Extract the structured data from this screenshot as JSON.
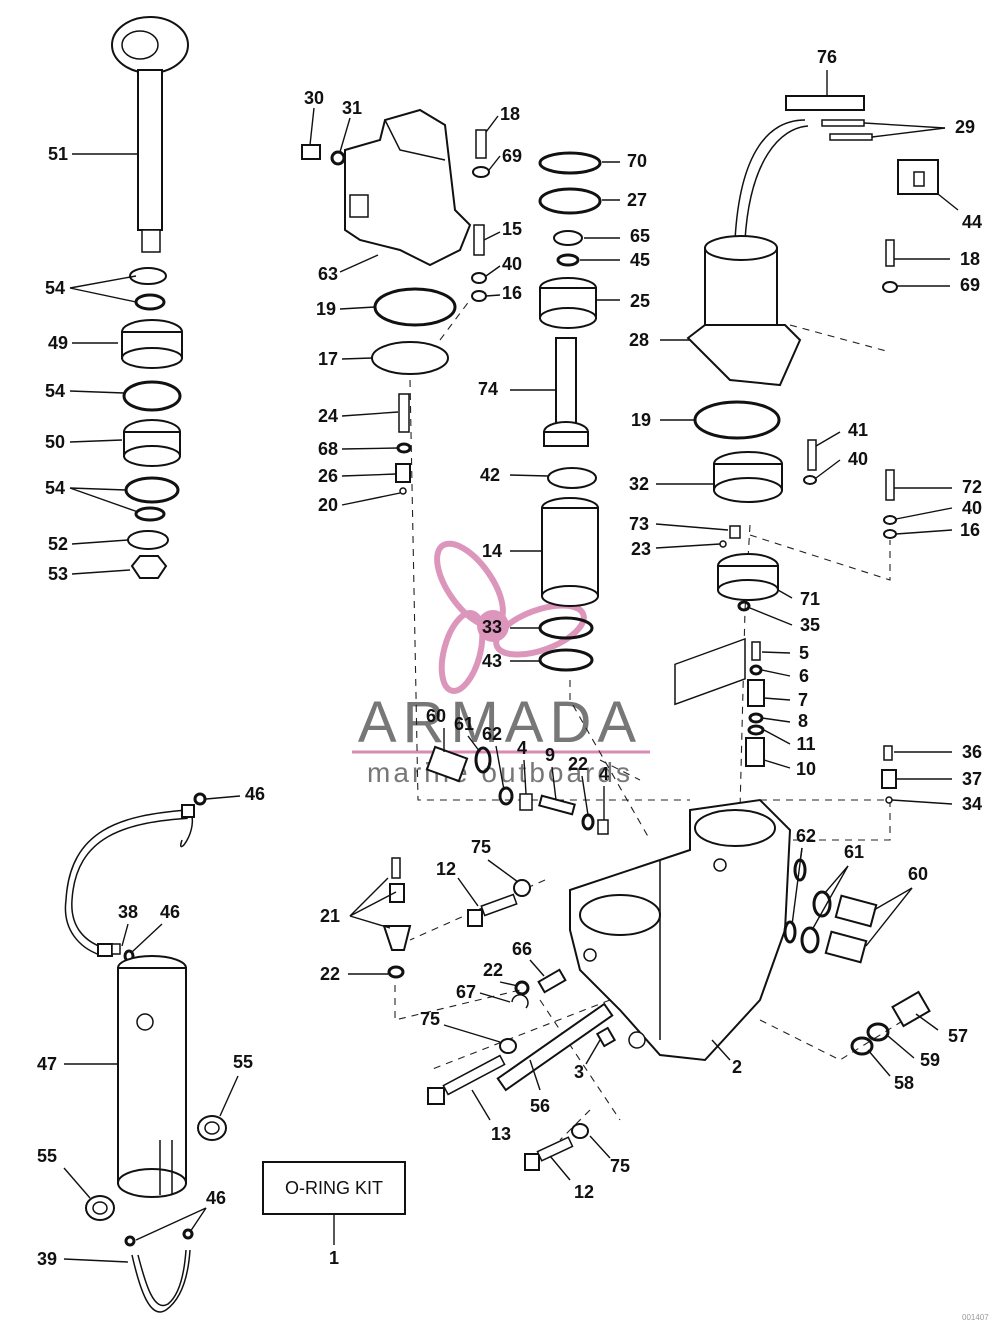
{
  "watermark": {
    "brand": "ARMADA",
    "tagline": "marine outboards",
    "accent_color": "#d98bb5",
    "text_color": "#777777",
    "icon": "propeller-icon"
  },
  "kit_box": {
    "label": "O-RING KIT",
    "number": "1"
  },
  "drawing_code": "001407",
  "part_labels": [
    {
      "n": "51"
    },
    {
      "n": "54"
    },
    {
      "n": "49"
    },
    {
      "n": "54"
    },
    {
      "n": "50"
    },
    {
      "n": "54"
    },
    {
      "n": "52"
    },
    {
      "n": "53"
    },
    {
      "n": "30"
    },
    {
      "n": "31"
    },
    {
      "n": "63"
    },
    {
      "n": "19"
    },
    {
      "n": "17"
    },
    {
      "n": "24"
    },
    {
      "n": "68"
    },
    {
      "n": "26"
    },
    {
      "n": "20"
    },
    {
      "n": "18"
    },
    {
      "n": "69"
    },
    {
      "n": "15"
    },
    {
      "n": "40"
    },
    {
      "n": "16"
    },
    {
      "n": "70"
    },
    {
      "n": "27"
    },
    {
      "n": "65"
    },
    {
      "n": "45"
    },
    {
      "n": "25"
    },
    {
      "n": "74"
    },
    {
      "n": "42"
    },
    {
      "n": "14"
    },
    {
      "n": "33"
    },
    {
      "n": "43"
    },
    {
      "n": "76"
    },
    {
      "n": "29"
    },
    {
      "n": "44"
    },
    {
      "n": "18"
    },
    {
      "n": "69"
    },
    {
      "n": "28"
    },
    {
      "n": "19"
    },
    {
      "n": "41"
    },
    {
      "n": "40"
    },
    {
      "n": "32"
    },
    {
      "n": "72"
    },
    {
      "n": "40"
    },
    {
      "n": "16"
    },
    {
      "n": "73"
    },
    {
      "n": "23"
    },
    {
      "n": "71"
    },
    {
      "n": "35"
    },
    {
      "n": "5"
    },
    {
      "n": "6"
    },
    {
      "n": "7"
    },
    {
      "n": "8"
    },
    {
      "n": "11"
    },
    {
      "n": "10"
    },
    {
      "n": "36"
    },
    {
      "n": "37"
    },
    {
      "n": "34"
    },
    {
      "n": "60"
    },
    {
      "n": "61"
    },
    {
      "n": "62"
    },
    {
      "n": "4"
    },
    {
      "n": "9"
    },
    {
      "n": "22"
    },
    {
      "n": "4"
    },
    {
      "n": "62"
    },
    {
      "n": "61"
    },
    {
      "n": "60"
    },
    {
      "n": "46"
    },
    {
      "n": "38"
    },
    {
      "n": "46"
    },
    {
      "n": "12"
    },
    {
      "n": "75"
    },
    {
      "n": "21"
    },
    {
      "n": "22"
    },
    {
      "n": "66"
    },
    {
      "n": "22"
    },
    {
      "n": "67"
    },
    {
      "n": "75"
    },
    {
      "n": "3"
    },
    {
      "n": "2"
    },
    {
      "n": "56"
    },
    {
      "n": "13"
    },
    {
      "n": "75"
    },
    {
      "n": "12"
    },
    {
      "n": "57"
    },
    {
      "n": "59"
    },
    {
      "n": "58"
    },
    {
      "n": "47"
    },
    {
      "n": "55"
    },
    {
      "n": "55"
    },
    {
      "n": "46"
    },
    {
      "n": "39"
    }
  ]
}
